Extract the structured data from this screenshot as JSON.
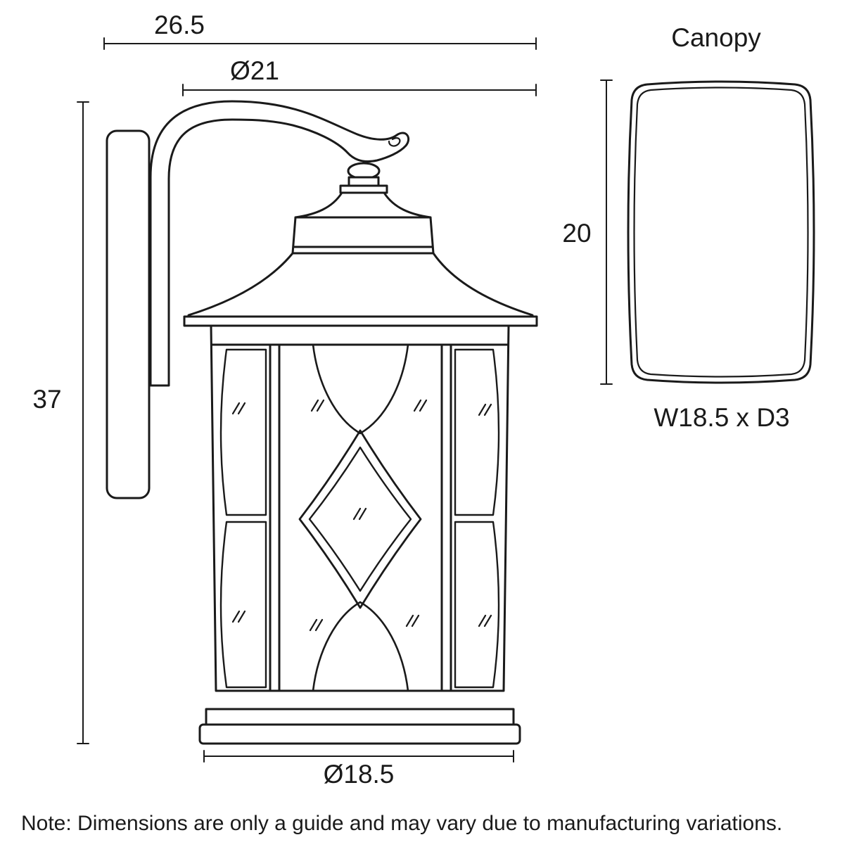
{
  "colors": {
    "ink": "#1a1a1a",
    "background": "#ffffff"
  },
  "side_view": {
    "dim_overall_width": "26.5",
    "dim_projection": "Ø21",
    "dim_height": "37",
    "dim_body_diameter": "Ø18.5"
  },
  "canopy_view": {
    "title": "Canopy",
    "dim_height": "20",
    "dim_footprint": "W18.5 x D3"
  },
  "note": "Note: Dimensions are only a guide and may vary due to manufacturing variations."
}
